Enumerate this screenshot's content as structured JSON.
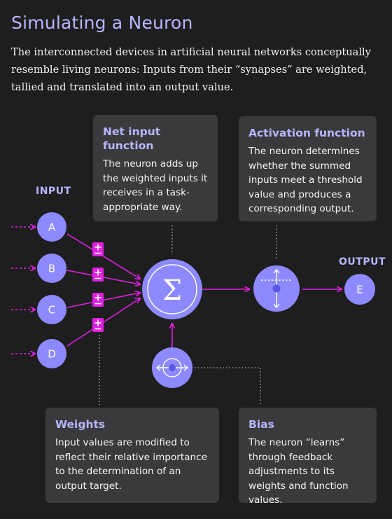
{
  "title": "Simulating a Neuron",
  "intro": "The interconnected devices in artificial neural networks conceptually resemble living neurons: Inputs from their “synapses” are weighted, tallied and translated into an output value.",
  "labels": {
    "input": "INPUT",
    "output": "OUTPUT"
  },
  "inputs": [
    "A",
    "B",
    "C",
    "D"
  ],
  "output_node": "E",
  "sum_symbol": "Σ",
  "boxes": {
    "net_input": {
      "title": "Net input function",
      "text": "The neuron adds up the weighted inputs it receives in a task-appropriate way."
    },
    "activation": {
      "title": "Activation function",
      "text": "The neuron determines whether the summed inputs meet a threshold value and produces a corresponding output."
    },
    "weights": {
      "title": "Weights",
      "text": "Input values are modified to reflect their relative importance to the determination of an output target."
    },
    "bias": {
      "title": "Bias",
      "text": "The neuron “learns” through feedback adjustments to its weights and function values."
    }
  },
  "colors": {
    "accent": "#b8b5ff",
    "magenta": "#e020e0",
    "node_fill": "#8d89ff",
    "box_bg": "#3a3a3c",
    "background": "#1e1e1f"
  }
}
